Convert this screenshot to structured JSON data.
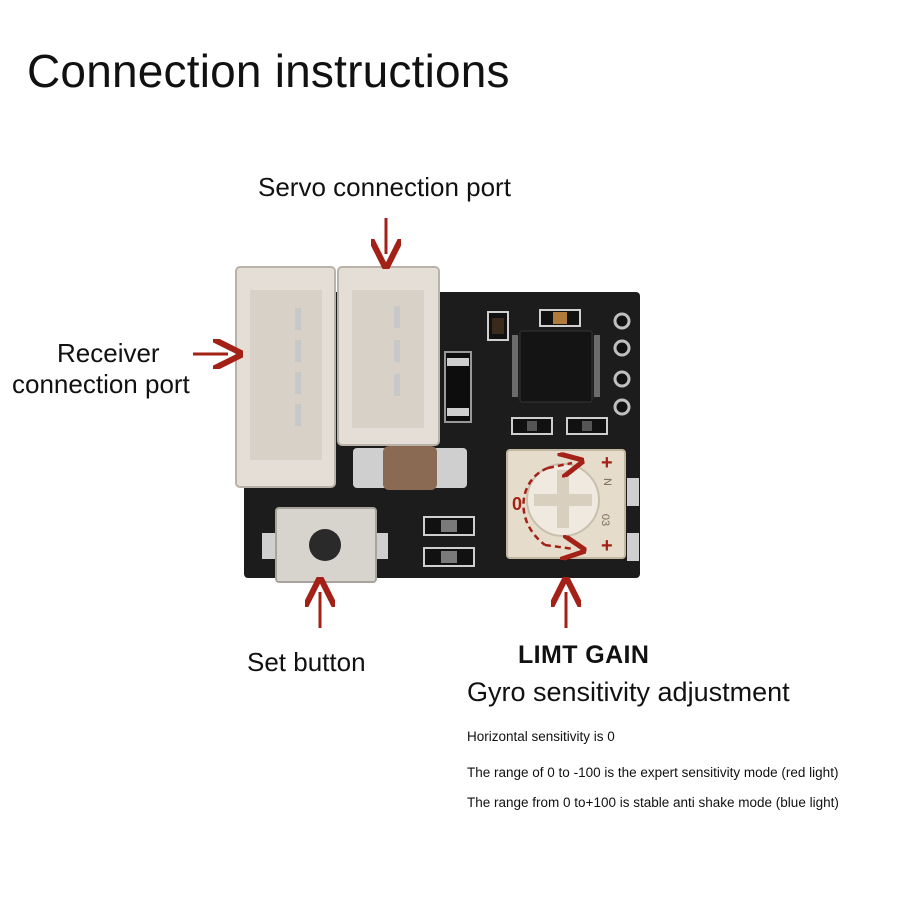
{
  "title": "Connection instructions",
  "labels": {
    "servo_port": "Servo connection port",
    "receiver_port_line1": "Receiver",
    "receiver_port_line2": "connection port",
    "set_button": "Set button",
    "limit_gain": "LIMT GAIN",
    "gyro_adjustment": "Gyro sensitivity adjustment"
  },
  "notes": [
    "Horizontal sensitivity is 0",
    "The range of 0 to -100 is the expert sensitivity mode (red light)",
    "The range from 0 to+100 is stable anti shake mode (blue light)"
  ],
  "potentiometer": {
    "zero_mark": "0",
    "plus_top": "+",
    "plus_bottom": "+",
    "code_top": "N",
    "code_bottom": "03"
  },
  "colors": {
    "arrow": "#a32116",
    "board": "#1c1c1c",
    "connector": "#e4ded6"
  }
}
